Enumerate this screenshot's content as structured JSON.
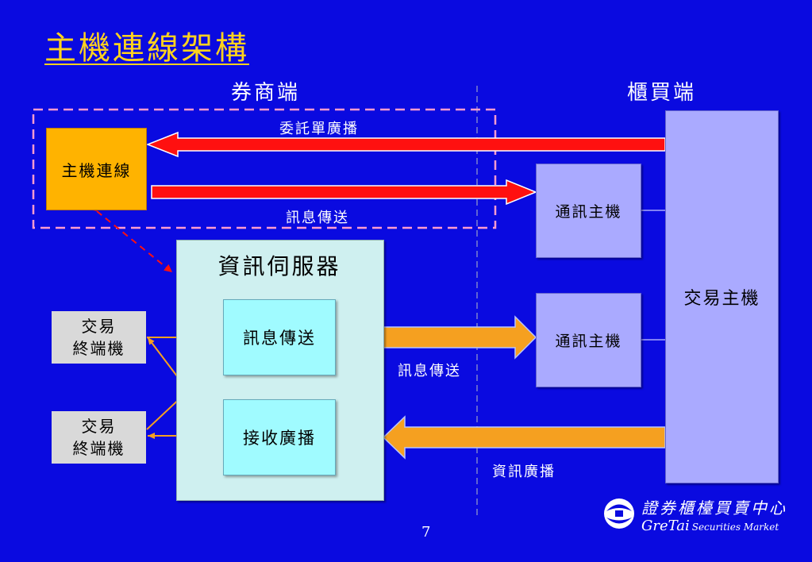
{
  "title": "主機連線架構",
  "sections": {
    "broker": "券商端",
    "otc": "櫃買端"
  },
  "boxes": {
    "host_link": "主機連線",
    "info_server": "資訊伺服器",
    "msg_send": "訊息傳送",
    "receive_broadcast": "接收廣播",
    "terminal_1": "交易\n終端機",
    "terminal_2": "交易\n終端機",
    "comm_host_1": "通訊主機",
    "comm_host_2": "通訊主機",
    "trade_host": "交易主機"
  },
  "arrow_labels": {
    "order_broadcast": "委託單廣播",
    "msg_send_top": "訊息傳送",
    "msg_send_mid": "訊息傳送",
    "info_broadcast": "資訊廣播"
  },
  "page_number": "7",
  "logo": {
    "chinese": "證券櫃檯買賣中心",
    "english": "GreTai",
    "english_sub": "Securities Market"
  },
  "colors": {
    "background": "#0A0AE0",
    "title": "#FFD21E",
    "red_arrow": "#FF0000",
    "orange_arrow": "#F5A020",
    "host_link": "#FFB300",
    "host": "#AAAAFF"
  }
}
